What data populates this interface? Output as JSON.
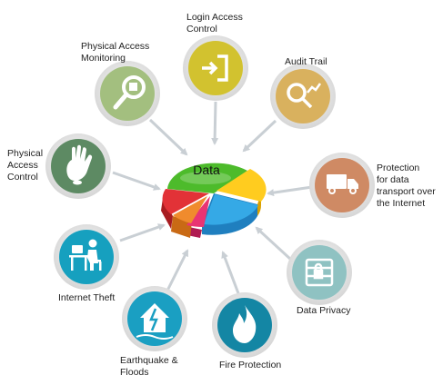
{
  "center": {
    "label": "Data"
  },
  "nodes": [
    {
      "id": "login",
      "label": "Login Access\nControl",
      "icon": "login-door-icon",
      "color": "#d2c22f"
    },
    {
      "id": "audit",
      "label": "Audit Trail",
      "icon": "magnifier-chart-icon",
      "color": "#d9b15e"
    },
    {
      "id": "transport",
      "label": "Protection\nfor data\ntransport over\nthe Internet",
      "icon": "delivery-truck-icon",
      "color": "#cf8a64"
    },
    {
      "id": "privacy",
      "label": "Data Privacy",
      "icon": "secure-server-icon",
      "color": "#8fc2c2"
    },
    {
      "id": "fire",
      "label": "Fire Protection",
      "icon": "flame-icon",
      "color": "#1486a4"
    },
    {
      "id": "earthquake",
      "label": "Earthquake &\nFloods",
      "icon": "damaged-house-icon",
      "color": "#1a9fc2"
    },
    {
      "id": "theft",
      "label": "Internet Theft",
      "icon": "person-at-computer-icon",
      "color": "#16a0bf"
    },
    {
      "id": "physical_control",
      "label": "Physical\nAccess\nControl",
      "icon": "handprint-icon",
      "color": "#5d8a63"
    },
    {
      "id": "physical_monitor",
      "label": "Physical Access\nMonitoring",
      "icon": "magnifier-icon",
      "color": "#a3bf7f"
    }
  ],
  "colors": {
    "arrow": "#c9cfd4",
    "ring": "#e6e6e6",
    "pie": [
      "#4dbb2b",
      "#ffcc1f",
      "#35a9e6",
      "#e93473",
      "#e23237",
      "#f08b2d"
    ]
  }
}
